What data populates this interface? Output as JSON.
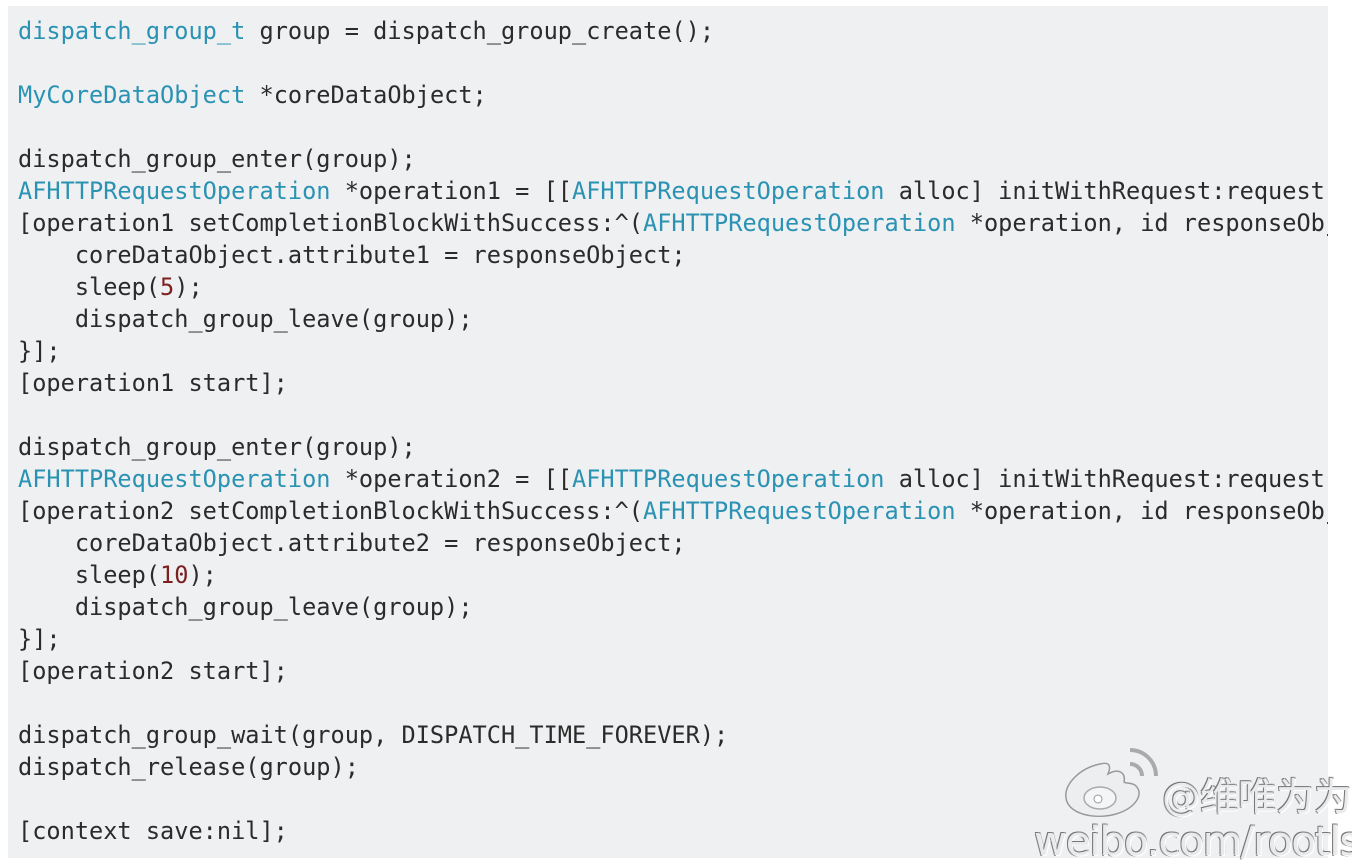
{
  "colors": {
    "background": "#eff0f2",
    "type": "#2a92b3",
    "number": "#7c1f1f",
    "plain": "#2b2b2b"
  },
  "code_lines": [
    [
      [
        "dispatch_group_t",
        "t"
      ],
      [
        " group = dispatch_group_create();",
        "p"
      ]
    ],
    [],
    [
      [
        "MyCoreDataObject",
        "t"
      ],
      [
        " *coreDataObject;",
        "p"
      ]
    ],
    [],
    [
      [
        "dispatch_group_enter(group);",
        "p"
      ]
    ],
    [
      [
        "AFHTTPRequestOperation",
        "t"
      ],
      [
        " *operation1 = [[",
        "p"
      ],
      [
        "AFHTTPRequestOperation",
        "t"
      ],
      [
        " alloc] initWithRequest:request",
        "p"
      ]
    ],
    [
      [
        "[operation1 setCompletionBlockWithSuccess:^(",
        "p"
      ],
      [
        "AFHTTPRequestOperation",
        "t"
      ],
      [
        " *operation, id responseObject",
        "p"
      ]
    ],
    [
      [
        "    coreDataObject.attribute1 = responseObject;",
        "p"
      ]
    ],
    [
      [
        "    sleep(",
        "p"
      ],
      [
        "5",
        "n"
      ],
      [
        ");",
        "p"
      ]
    ],
    [
      [
        "    dispatch_group_leave(group);",
        "p"
      ]
    ],
    [
      [
        "}];",
        "p"
      ]
    ],
    [
      [
        "[operation1 start];",
        "p"
      ]
    ],
    [],
    [
      [
        "dispatch_group_enter(group);",
        "p"
      ]
    ],
    [
      [
        "AFHTTPRequestOperation",
        "t"
      ],
      [
        " *operation2 = [[",
        "p"
      ],
      [
        "AFHTTPRequestOperation",
        "t"
      ],
      [
        " alloc] initWithRequest:request",
        "p"
      ]
    ],
    [
      [
        "[operation2 setCompletionBlockWithSuccess:^(",
        "p"
      ],
      [
        "AFHTTPRequestOperation",
        "t"
      ],
      [
        " *operation, id responseObject",
        "p"
      ]
    ],
    [
      [
        "    coreDataObject.attribute2 = responseObject;",
        "p"
      ]
    ],
    [
      [
        "    sleep(",
        "p"
      ],
      [
        "10",
        "n"
      ],
      [
        ");",
        "p"
      ]
    ],
    [
      [
        "    dispatch_group_leave(group);",
        "p"
      ]
    ],
    [
      [
        "}];",
        "p"
      ]
    ],
    [
      [
        "[operation2 start];",
        "p"
      ]
    ],
    [],
    [
      [
        "dispatch_group_wait(group, DISPATCH_TIME_FOREVER);",
        "p"
      ]
    ],
    [
      [
        "dispatch_release(group);",
        "p"
      ]
    ],
    [],
    [
      [
        "[context save:nil];",
        "p"
      ]
    ]
  ],
  "watermark": {
    "icon": "weibo-logo-icon",
    "handle": "@维唯为为",
    "url": "weibo.com/rootls"
  }
}
